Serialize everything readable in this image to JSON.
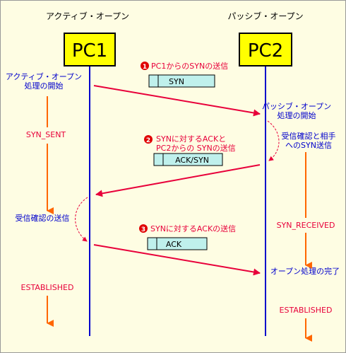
{
  "headers": {
    "left": "アクティブ・オープン",
    "right": "パッシブ・オープン"
  },
  "hosts": {
    "pc1": "PC1",
    "pc2": "PC2"
  },
  "steps": [
    {
      "number": "1",
      "title_lines": [
        "PC1からのSYNの送信"
      ],
      "segment": "SYN"
    },
    {
      "number": "2",
      "title_lines": [
        "SYNに対するACKと",
        "PC2からの SYNの送信"
      ],
      "segment": "ACK/SYN"
    },
    {
      "number": "3",
      "title_lines": [
        "SYNに対するACKの送信"
      ],
      "segment": "ACK"
    }
  ],
  "left_annotations": {
    "start": [
      "アクティブ・オープン",
      "処理の開始"
    ],
    "syn_sent": "SYN_SENT",
    "receive_send": "受信確認の送信",
    "established": "ESTABLISHED"
  },
  "right_annotations": {
    "start": [
      "パッシブ・オープン",
      "処理の開始"
    ],
    "receive_send": [
      "受信確認と相手",
      "へのSYN送信"
    ],
    "syn_received": "SYN_RECEIVED",
    "open_complete": "オープン処理の完了",
    "established": "ESTABLISHED"
  },
  "colors": {
    "background": "#fefde3",
    "host_box": "#ffff00",
    "timeline": "#0000cc",
    "message_arrow": "#e8003a",
    "state_arrow": "#ff6600",
    "state_text": "#e8003a",
    "action_text": "#0000cc",
    "badge": "#e00000",
    "segment_box": "#bff0ec"
  }
}
